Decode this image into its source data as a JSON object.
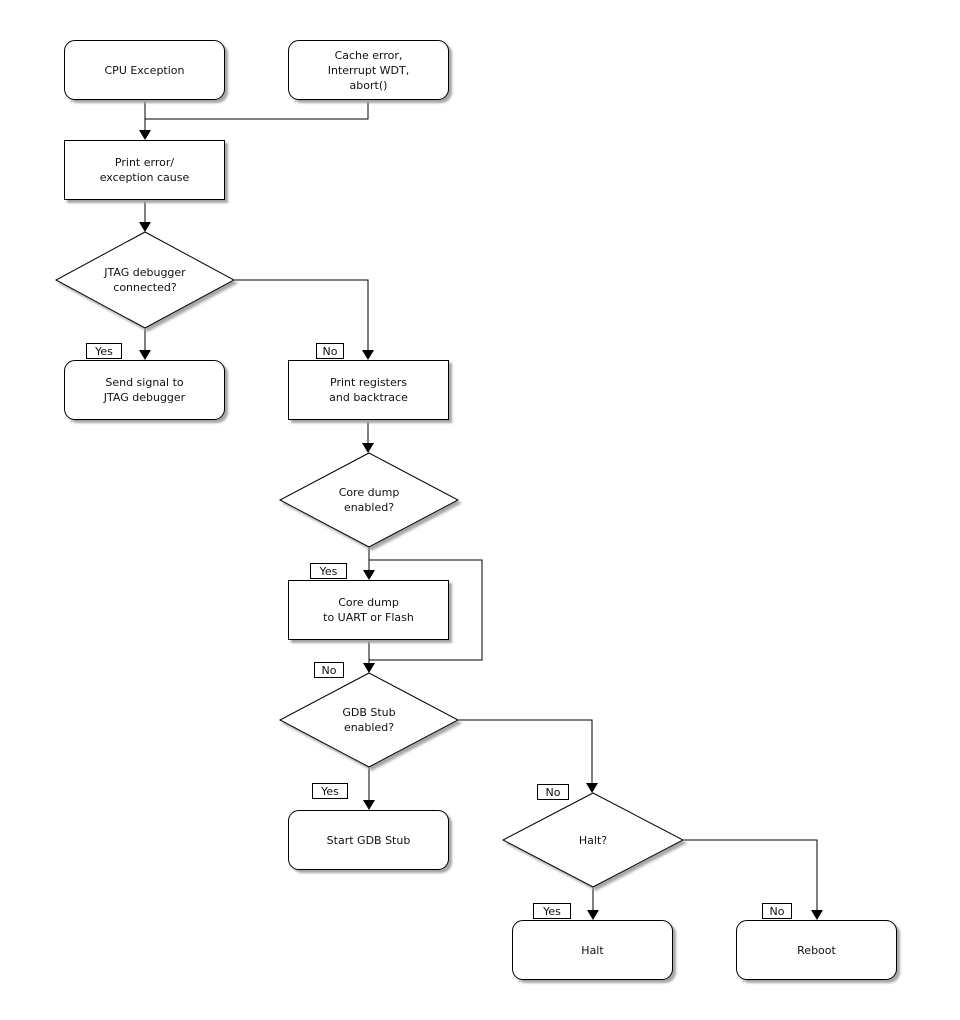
{
  "diagram": {
    "background_color": "#ffffff",
    "line_color": "#000000",
    "node_fill": "#ffffff",
    "shadow_color": "#a6a6a6",
    "nodes": {
      "cpu_exception": {
        "label": "CPU Exception",
        "type": "terminator"
      },
      "cache_error": {
        "label": "Cache error,\nInterrupt WDT,\nabort()",
        "type": "terminator"
      },
      "print_error": {
        "label": "Print error/\nexception cause",
        "type": "process"
      },
      "jtag_connected": {
        "label": "JTAG debugger\nconnected?",
        "type": "decision"
      },
      "send_signal": {
        "label": "Send signal to\nJTAG debugger",
        "type": "terminator"
      },
      "print_registers": {
        "label": "Print registers\nand backtrace",
        "type": "process"
      },
      "core_dump_enabled": {
        "label": "Core dump\nenabled?",
        "type": "decision"
      },
      "core_dump": {
        "label": "Core dump\nto UART or Flash",
        "type": "process"
      },
      "gdb_stub_enabled": {
        "label": "GDB Stub\nenabled?",
        "type": "decision"
      },
      "start_gdb": {
        "label": "Start GDB Stub",
        "type": "terminator"
      },
      "halt_q": {
        "label": "Halt?",
        "type": "decision"
      },
      "halt": {
        "label": "Halt",
        "type": "terminator"
      },
      "reboot": {
        "label": "Reboot",
        "type": "terminator"
      }
    },
    "edges": [
      {
        "from": "cpu_exception",
        "to": "print_error",
        "label": ""
      },
      {
        "from": "cache_error",
        "to": "print_error",
        "label": ""
      },
      {
        "from": "print_error",
        "to": "jtag_connected",
        "label": ""
      },
      {
        "from": "jtag_connected",
        "to": "send_signal",
        "label": "Yes"
      },
      {
        "from": "jtag_connected",
        "to": "print_registers",
        "label": "No"
      },
      {
        "from": "print_registers",
        "to": "core_dump_enabled",
        "label": ""
      },
      {
        "from": "core_dump_enabled",
        "to": "core_dump",
        "label": "Yes"
      },
      {
        "from": "core_dump_enabled",
        "to": "gdb_stub_enabled",
        "label": "No"
      },
      {
        "from": "core_dump",
        "to": "gdb_stub_enabled",
        "label": ""
      },
      {
        "from": "gdb_stub_enabled",
        "to": "start_gdb",
        "label": "Yes"
      },
      {
        "from": "gdb_stub_enabled",
        "to": "halt_q",
        "label": "No"
      },
      {
        "from": "halt_q",
        "to": "halt",
        "label": "Yes"
      },
      {
        "from": "halt_q",
        "to": "reboot",
        "label": "No"
      }
    ]
  }
}
